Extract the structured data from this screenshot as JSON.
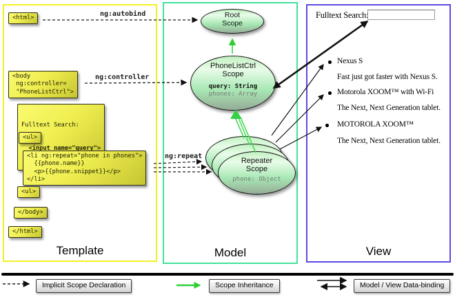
{
  "colors": {
    "template_border": "#f2ef25",
    "model_border": "#41e199",
    "view_border": "#5a49e2",
    "inheritance_green": "#2fcf33",
    "code_box_yellow": "#efee50"
  },
  "template_panel": {
    "label": "Template",
    "tags": {
      "html_open": "<html>",
      "body_open": "<body\n ng:controller=\n \"PhoneListCtrl\">",
      "search_line1": "Fulltext Search:",
      "search_line2": "  <input name=\"query\">",
      "ul_open_1": "<ul>",
      "li_repeat": "<li ng:repeat=\"phone in phones\">\n  {{phone.name}}\n  <p>{{phone.snippet}}</p>\n</li>",
      "ul_open_2": "<ul>",
      "body_close": "</body>",
      "html_close": "</html>"
    }
  },
  "model_panel": {
    "label": "Model",
    "root_scope": {
      "title": "Root\nScope"
    },
    "phonelist_scope": {
      "title": "PhoneListCtrl\nScope",
      "query_prop": "query: String",
      "phones_prop": "phones: Array"
    },
    "repeater_scope": {
      "title": "Repeater\nScope",
      "phone_prop": "phone: Object"
    }
  },
  "view_panel": {
    "label": "View",
    "search_label": "Fulltext Search:",
    "search_value": "",
    "items": [
      {
        "name": "Nexus S",
        "desc": "Fast just got faster with Nexus S."
      },
      {
        "name": "Motorola XOOM™ with Wi-Fi",
        "desc": "The Next, Next Generation tablet."
      },
      {
        "name": "MOTOROLA XOOM™",
        "desc": "The Next, Next Generation tablet."
      }
    ]
  },
  "arrow_labels": {
    "autobind": "ng:autobind",
    "controller": "ng:controller",
    "repeat": "ng:repeat"
  },
  "legend": {
    "implicit": "Implicit Scope Declaration",
    "inheritance": "Scope Inheritance",
    "databinding": "Model / View Data-binding"
  }
}
